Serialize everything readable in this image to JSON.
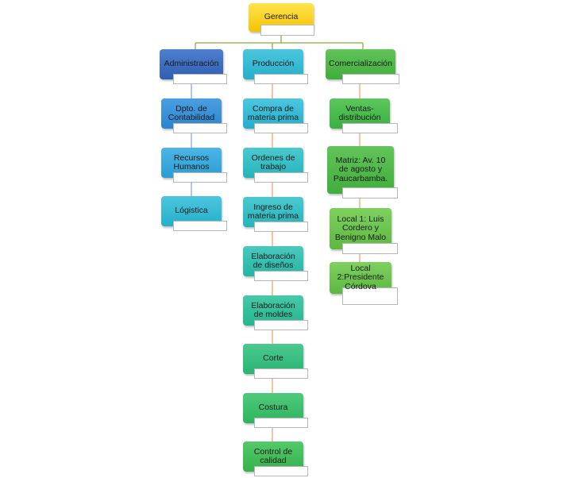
{
  "nodes": {
    "gerencia": "Gerencia",
    "administracion": "Administración",
    "produccion": "Producción",
    "comercializacion": "Comercialización",
    "contabilidad": "Dpto. de Contabilidad",
    "recursos_humanos": "Recursos Humanos",
    "logistica": "Lógistica",
    "compra": "Compra de materia prima",
    "ordenes": "Ordenes de trabajo",
    "ingreso": "Ingreso de materia prima",
    "elab_disenos": "Elaboración de diseños",
    "elab_moldes": "Elaboración de moldes",
    "corte": "Corte",
    "costura": "Costura",
    "control": "Control de calidad",
    "ventas": "Ventas-distribución",
    "matriz": "Matriz: Av. 10 de agosto y Paucarbamba.",
    "local1": "Local 1: Luis Cordero y Benigno Malo",
    "local2": "Local 2:Presidente Córdova"
  },
  "colors": {
    "connector_top": "#9bbb59",
    "connector_admin": "#8fb4e3",
    "connector_prod": "#f4b183",
    "connector_com": "#f4b183"
  }
}
